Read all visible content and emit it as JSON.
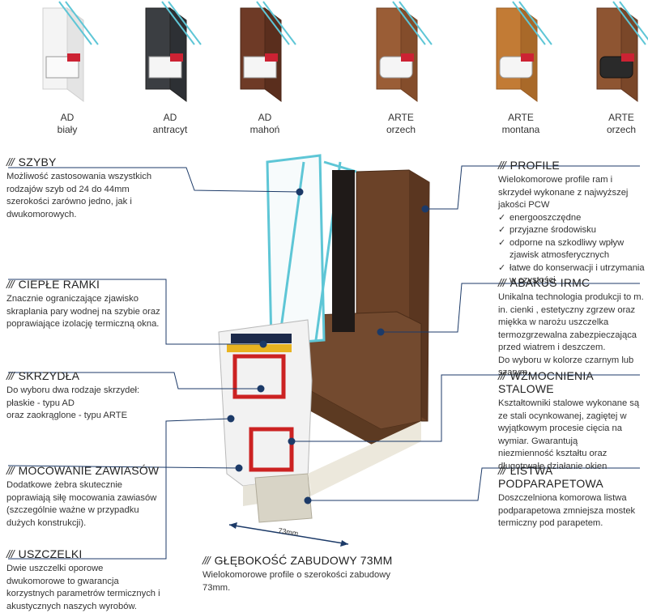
{
  "variants": [
    {
      "line1": "AD",
      "line2": "biały",
      "color": "#f4f4f4",
      "edge": "#cfcfcf"
    },
    {
      "line1": "AD",
      "line2": "antracyt",
      "color": "#3b3e42",
      "edge": "#222428"
    },
    {
      "line1": "AD",
      "line2": "mahoń",
      "color": "#6e3a26",
      "edge": "#4a2516"
    },
    {
      "line1": "ARTE",
      "line2": "orzech",
      "color": "#9a5d36",
      "edge": "#6f3f21"
    },
    {
      "line1": "ARTE",
      "line2": "montana",
      "color": "#c27b35",
      "edge": "#9a5c22"
    },
    {
      "line1": "ARTE",
      "line2": "orzech",
      "color": "#8e5532",
      "edge": "#633620"
    }
  ],
  "accent_color": "#1c3a68",
  "sections": {
    "szyby": {
      "title": "SZYBY",
      "text": "Możliwość zastosowania wszystkich rodzajów szyb od 24 do 44mm szerokości zarówno jedno, jak i dwukomorowych."
    },
    "cieple_ramki": {
      "title": "CIEPŁE RAMKI",
      "text": "Znacznie ograniczające zjawisko skraplania pary wodnej na szybie oraz poprawiające izolację termiczną okna."
    },
    "skrzydla": {
      "title": "SKRZYDŁA",
      "line1": "Do wyboru dwa rodzaje skrzydeł:",
      "line2": "płaskie - typu AD",
      "line3": "oraz zaokrąglone - typu ARTE"
    },
    "mocowanie": {
      "title": "MOCOWANIE ZAWIASÓW",
      "text": "Dodatkowe żebra skutecznie poprawiają siłę mocowania zawiasów (szczególnie ważne w przypadku dużych konstrukcji)."
    },
    "uszczelki": {
      "title": "USZCZELKI",
      "text": "Dwie uszczelki oporowe dwukomorowe to gwarancja korzystnych parametrów termicznych i akustycznych naszych wyrobów."
    },
    "profile": {
      "title": "PROFILE",
      "text": "Wielokomorowe profile ram i skrzydeł wykonane z najwyższej jakości PCW",
      "items": [
        "energooszczędne",
        "przyjazne środowisku",
        "odporne na szkodliwy wpływ zjawisk atmosferycznych",
        "łatwe do konserwacji i utrzymania w czystości"
      ],
      "check": "✓"
    },
    "abakus": {
      "title": "ABAKUS IRMC",
      "text": "Unikalna technologia produkcji to m. in. cienki , estetyczny zgrzew oraz miękka w narożu uszczelka termozgrzewalna zabezpieczająca przed wiatrem i deszczem.",
      "text2": "Do wyboru w kolorze czarnym lub szarym."
    },
    "wzmocnienia": {
      "title": "WZMOCNIENIA STALOWE",
      "text": "Kształtowniki stalowe wykonane są ze stali ocynkowanej, zagiętej w wyjątkowym procesie cięcia na wymiar. Gwarantują",
      "text2": "niezmienność kształtu oraz długotrwałe działanie okien"
    },
    "listwa": {
      "title": "LISTWA PODPARAPETOWA",
      "text": "Doszczelniona komorowa listwa podparapetowa zmniejsza mostek termiczny pod parapetem."
    },
    "glebokosc": {
      "title": "GŁĘBOKOŚĆ ZABUDOWY 73MM",
      "text": "Wielokomorowe profile o szerokości zabudowy 73mm."
    }
  },
  "slashes": "///",
  "dimension_label": "73mm"
}
